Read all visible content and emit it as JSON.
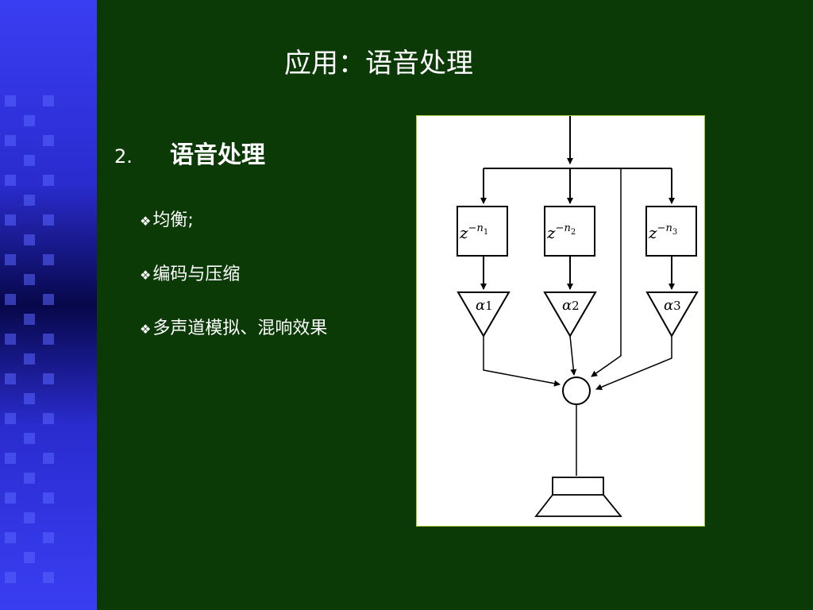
{
  "slide": {
    "title": "应用：语音处理",
    "section_number": "2.",
    "section_title": "语音处理",
    "bullets": [
      {
        "marker": "❖",
        "text": "均衡;"
      },
      {
        "marker": "❖",
        "text": "编码与压缩"
      },
      {
        "marker": "❖",
        "text": "多声道模拟、混响效果"
      }
    ]
  },
  "diagram": {
    "delays": [
      {
        "base": "z",
        "exp": "−n",
        "sub": "1"
      },
      {
        "base": "z",
        "exp": "−n",
        "sub": "2"
      },
      {
        "base": "z",
        "exp": "−n",
        "sub": "3"
      }
    ],
    "gains": [
      {
        "symbol": "α",
        "sub": "1"
      },
      {
        "symbol": "α",
        "sub": "2"
      },
      {
        "symbol": "α",
        "sub": "3"
      }
    ]
  },
  "colors": {
    "background": "#0b3a06",
    "band": "#2a2ccf",
    "text": "#ffffff"
  }
}
